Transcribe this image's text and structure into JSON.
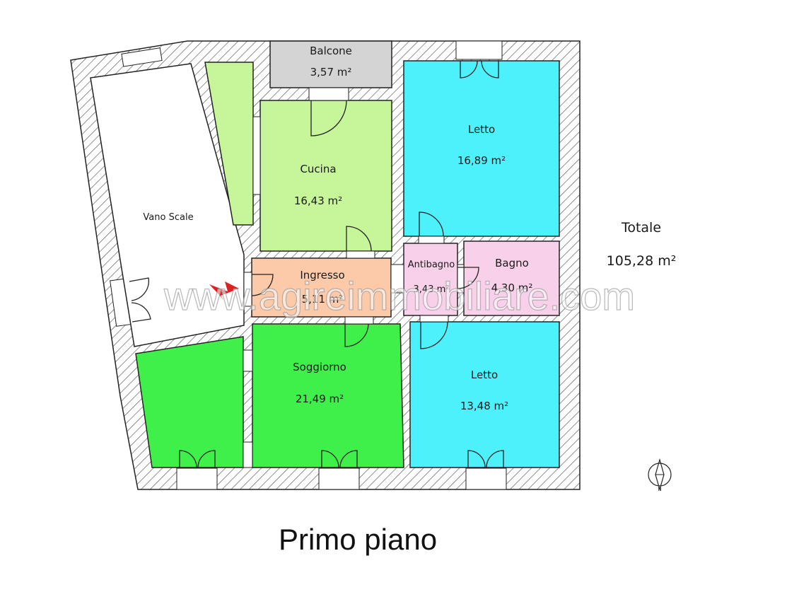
{
  "floor_title": "Primo piano",
  "watermark": "www.agireimmobiliare.com",
  "total": {
    "label": "Totale",
    "area": "105,28 m²"
  },
  "rooms": {
    "balcone": {
      "label": "Balcone",
      "area": "3,57 m²",
      "color": "#d4d4d4"
    },
    "cucina": {
      "label": "Cucina",
      "area": "16,43 m²",
      "color": "#c6f59a"
    },
    "letto1": {
      "label": "Letto",
      "area": "16,89 m²",
      "color": "#4cf1fb"
    },
    "vano": {
      "label": "Vano Scale",
      "color": "#ffffff"
    },
    "ingresso": {
      "label": "Ingresso",
      "area": "5,11 m²",
      "color": "#fcc9a9"
    },
    "antibagno": {
      "label": "Antibagno",
      "area": "3,43 m²",
      "color": "#f9d0ea"
    },
    "bagno": {
      "label": "Bagno",
      "area": "4,30 m²",
      "color": "#f9d0ea"
    },
    "soggiorno": {
      "label": "Soggiorno",
      "area": "21,49 m²",
      "color": "#40f04a"
    },
    "letto2": {
      "label": "Letto",
      "area": "13,48 m²",
      "color": "#4cf1fb"
    },
    "ripostiglio_nord": {
      "color": "#c6f59a"
    },
    "camera_sud_ovest": {
      "color": "#40f04a"
    }
  },
  "compass": {
    "letter": "N"
  },
  "colors": {
    "wall_hatch": "#555555",
    "entry_arrow": "#e02020"
  }
}
